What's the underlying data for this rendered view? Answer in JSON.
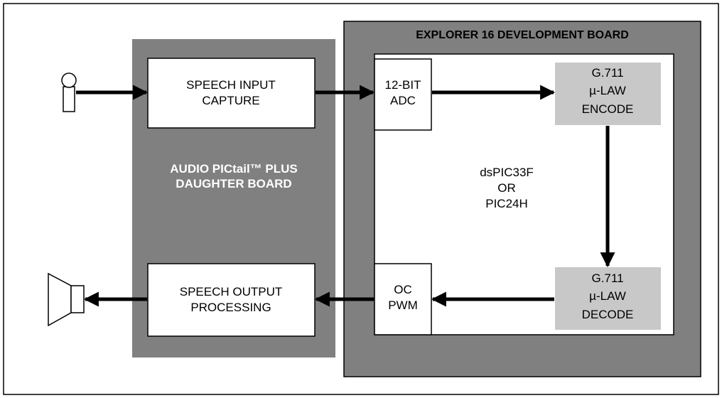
{
  "explorer_board": {
    "title": "EXPLORER 16 DEVELOPMENT BOARD"
  },
  "daughter_board": {
    "line1": "AUDIO PICtail™ PLUS",
    "line2": "DAUGHTER BOARD"
  },
  "speech_input": {
    "line1": "SPEECH INPUT",
    "line2": "CAPTURE"
  },
  "speech_output": {
    "line1": "SPEECH OUTPUT",
    "line2": "PROCESSING"
  },
  "adc": {
    "line1": "12-BIT",
    "line2": "ADC"
  },
  "oc_pwm": {
    "line1": "OC",
    "line2": "PWM"
  },
  "encoder": {
    "line1": "G.711",
    "line2": "µ-LAW",
    "line3": "ENCODE"
  },
  "decoder": {
    "line1": "G.711",
    "line2": "µ-LAW",
    "line3": "DECODE"
  },
  "processor": {
    "line1": "dsPIC33F",
    "line2": "OR",
    "line3": "PIC24H"
  },
  "icons": {
    "input": "microphone-icon",
    "output": "speaker-icon"
  },
  "colors": {
    "board_fill": "#808080",
    "codec_fill": "#c8c8c8",
    "line": "#000000"
  }
}
